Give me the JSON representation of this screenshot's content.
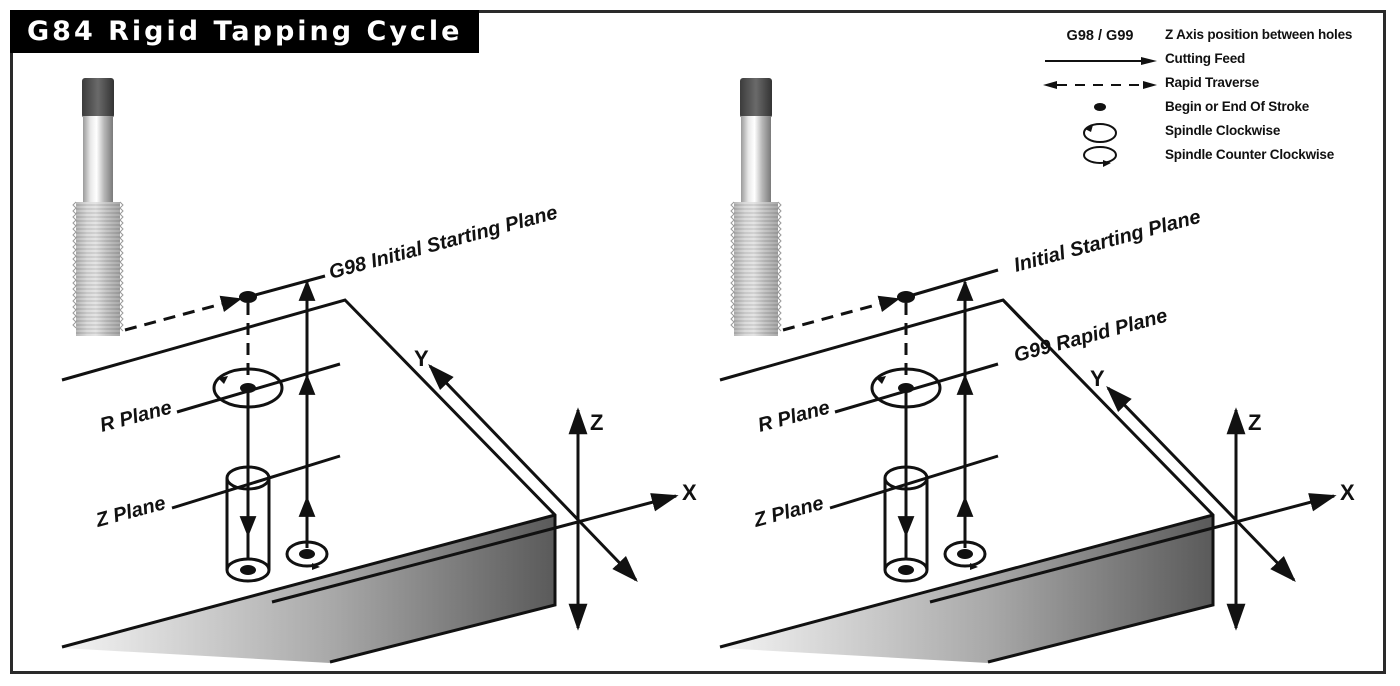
{
  "title": "G84 Rigid Tapping Cycle",
  "legend": {
    "header_symbol": "G98 / G99",
    "items": [
      {
        "symbol": "header",
        "label": "Z Axis position between holes"
      },
      {
        "symbol": "solid-arrow",
        "label": "Cutting Feed"
      },
      {
        "symbol": "dashed-double-arrow",
        "label": "Rapid Traverse"
      },
      {
        "symbol": "dot",
        "label": "Begin or End Of Stroke"
      },
      {
        "symbol": "spindle-cw",
        "label": "Spindle Clockwise"
      },
      {
        "symbol": "spindle-ccw",
        "label": "Spindle Counter Clockwise"
      }
    ]
  },
  "panels": [
    {
      "id": "g98",
      "initial_plane_label": "G98 Initial Starting Plane",
      "rapid_plane_label": "",
      "r_plane_label": "R Plane",
      "z_plane_label": "Z Plane",
      "axes": {
        "x": "X",
        "y": "Y",
        "z": "Z"
      }
    },
    {
      "id": "g99",
      "initial_plane_label": "Initial Starting Plane",
      "rapid_plane_label": "G99 Rapid Plane",
      "r_plane_label": "R Plane",
      "z_plane_label": "Z Plane",
      "axes": {
        "x": "X",
        "y": "Y",
        "z": "Z"
      }
    }
  ],
  "colors": {
    "ink": "#111111",
    "title_bg": "#000000",
    "title_fg": "#ffffff",
    "block_face_dark": "#5a5a5a",
    "block_face_light": "#f2f2f2"
  }
}
